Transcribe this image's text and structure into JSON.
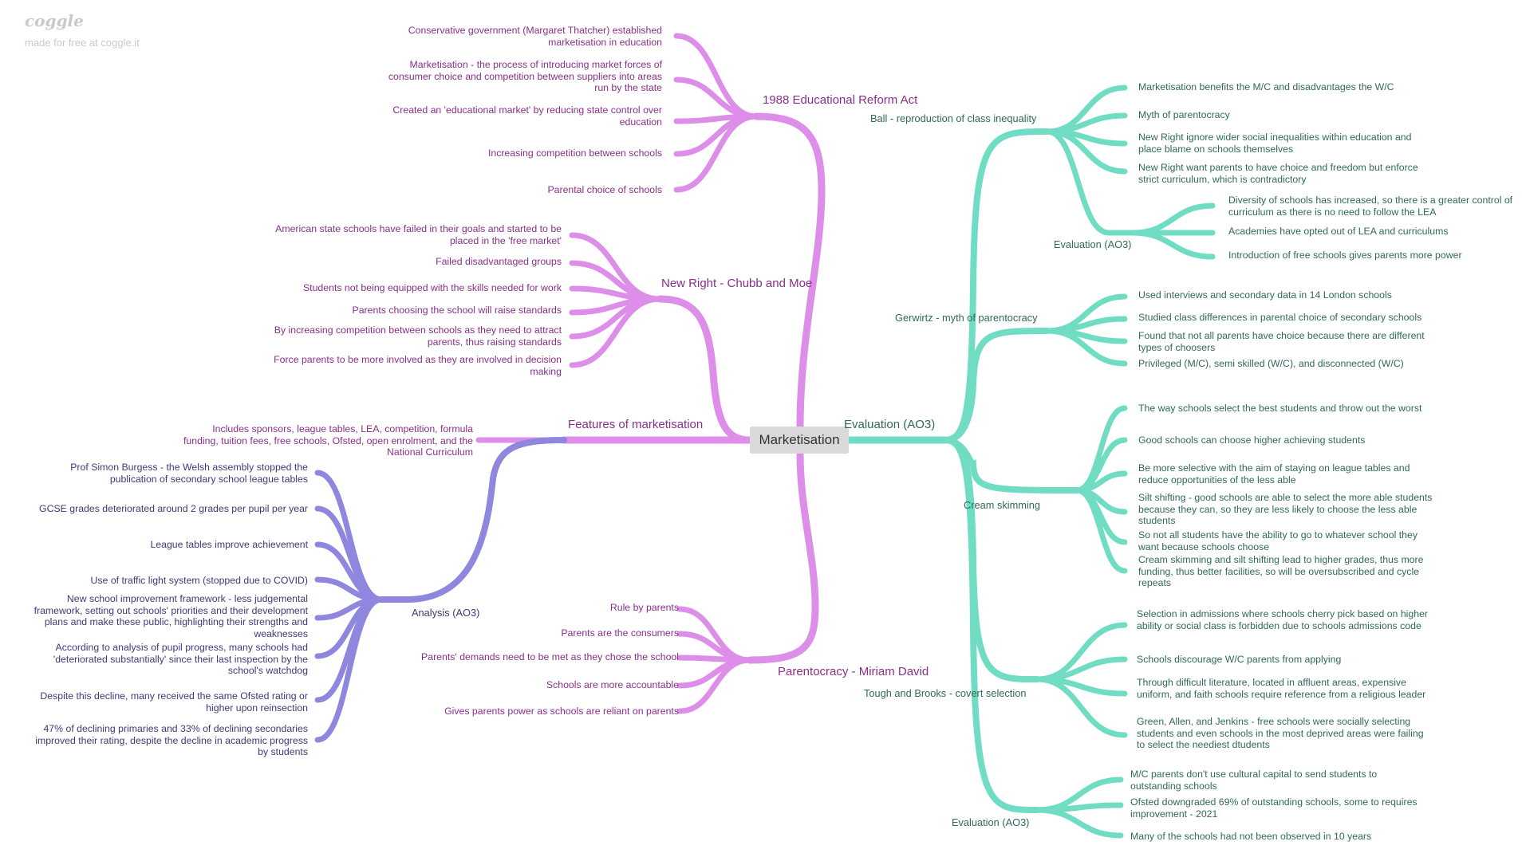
{
  "brand": {
    "logo": "coggle",
    "tagline": "made for free at coggle.it"
  },
  "center": "Marketisation",
  "colors": {
    "pink": "#dd8ee8",
    "purple": "#8f86de",
    "teal": "#6fdcc3",
    "pink_text": "#8a2f8a",
    "purple_text": "#3d3a7a",
    "teal_text": "#2f6a5a"
  },
  "left": {
    "reform": {
      "title": "1988 Educational Reform Act",
      "items": [
        "Conservative government (Margaret Thatcher) established marketisation in education",
        "Marketisation - the process of introducing market forces of consumer choice and competition between suppliers into areas run by the state",
        "Created an 'educational market' by reducing state control over education",
        "Increasing competition between schools",
        "Parental choice of schools"
      ]
    },
    "new_right": {
      "title": "New Right - Chubb and Moe",
      "items": [
        "American state schools have failed in their goals and started to be placed in the 'free market'",
        "Failed disadvantaged groups",
        "Students not being equipped with the skills needed for work",
        "Parents choosing the school will raise standards",
        "By increasing competition between schools as they need to attract parents, thus raising standards",
        "Force parents to be more involved as they are involved in decision making"
      ]
    },
    "features": {
      "title": "Features of marketisation",
      "items": [
        "Includes sponsors, league tables, LEA, competition, formula funding, tuition fees, free schools, Ofsted, open enrolment, and the National Curriculum"
      ],
      "analysis": {
        "title": "Analysis (AO3)",
        "items": [
          "Prof Simon Burgess - the Welsh assembly stopped the publication of secondary school league tables",
          "GCSE grades deteriorated around 2 grades per pupil per year",
          "League tables improve achievement",
          "Use of traffic light system (stopped due to COVID)",
          "New school improvement framework - less judgemental framework, setting out schools' priorities and their development plans and make these public, highlighting their strengths and weaknesses",
          "According to analysis of pupil progress, many schools had 'deteriorated substantially' since their last inspection by the school's watchdog",
          "Despite this decline, many received the same Ofsted rating or higher upon reinsection",
          "47% of declining primaries and 33% of declining secondaries improved their rating, despite the decline in academic progress by students"
        ]
      }
    },
    "parentocracy": {
      "title": "Parentocracy - Miriam David",
      "items": [
        "Rule by parents",
        "Parents are the consumers",
        "Parents' demands need to be met as they chose the school",
        "Schools are more accountable",
        "Gives parents power as schools are reliant on parents"
      ]
    }
  },
  "right": {
    "title": "Evaluation (AO3)",
    "ball": {
      "title": "Ball - reproduction of class inequality",
      "items": [
        "Marketisation benefits the M/C and disadvantages the W/C",
        "Myth of parentocracy",
        "New Right ignore wider social inequalities within education and place blame on schools themselves",
        "New Right want parents to have choice and freedom but enforce strict curriculum, which is contradictory"
      ],
      "evaluation": {
        "title": "Evaluation (AO3)",
        "items": [
          "Diversity of schools has increased, so there is a greater control of curriculum as there is no need to follow the LEA",
          "Academies have opted out of LEA and curriculums",
          "Introduction of free schools gives parents more power"
        ]
      }
    },
    "gerwirtz": {
      "title": "Gerwirtz - myth of parentocracy",
      "items": [
        "Used interviews and secondary data in 14 London schools",
        "Studied class differences in parental choice of secondary schools",
        "Found that not all parents have choice because there are different types of choosers",
        "Privileged (M/C), semi skilled (W/C), and disconnected (W/C)"
      ]
    },
    "cream": {
      "title": "Cream skimming",
      "items": [
        "The way schools select the best students and throw out the worst",
        "Good schools can choose higher achieving students",
        "Be more selective with the aim of staying on league tables and reduce opportunities of the less able",
        "Silt shifting - good schools are able to select the more able students because they can, so they are less likely to choose the less able students",
        "So not all students have the ability to go to whatever school they want because schools choose",
        "Cream skimming and silt shifting lead to higher grades, thus more funding, thus better facilities, so will be oversubscribed and cycle repeats"
      ]
    },
    "tough": {
      "title": "Tough and Brooks - covert selection",
      "items": [
        "Selection in admissions where schools cherry pick based on higher ability or social class is forbidden due to schools admissions code",
        "Schools discourage W/C parents from applying",
        "Through difficult literature, located in affluent areas, expensive uniform, and faith schools require reference from a religious leader",
        "Green, Allen, and Jenkins - free schools were socially selecting students and even schools in the most deprived areas were failing to select the neediest dtudents"
      ]
    },
    "evaluation2": {
      "title": "Evaluation (AO3)",
      "items": [
        "M/C parents don't use cultural capital to send students to outstanding schools",
        "Ofsted downgraded 69% of outstanding schools, some to requires improvement - 2021",
        "Many of the schools had not been observed in 10 years"
      ]
    }
  }
}
